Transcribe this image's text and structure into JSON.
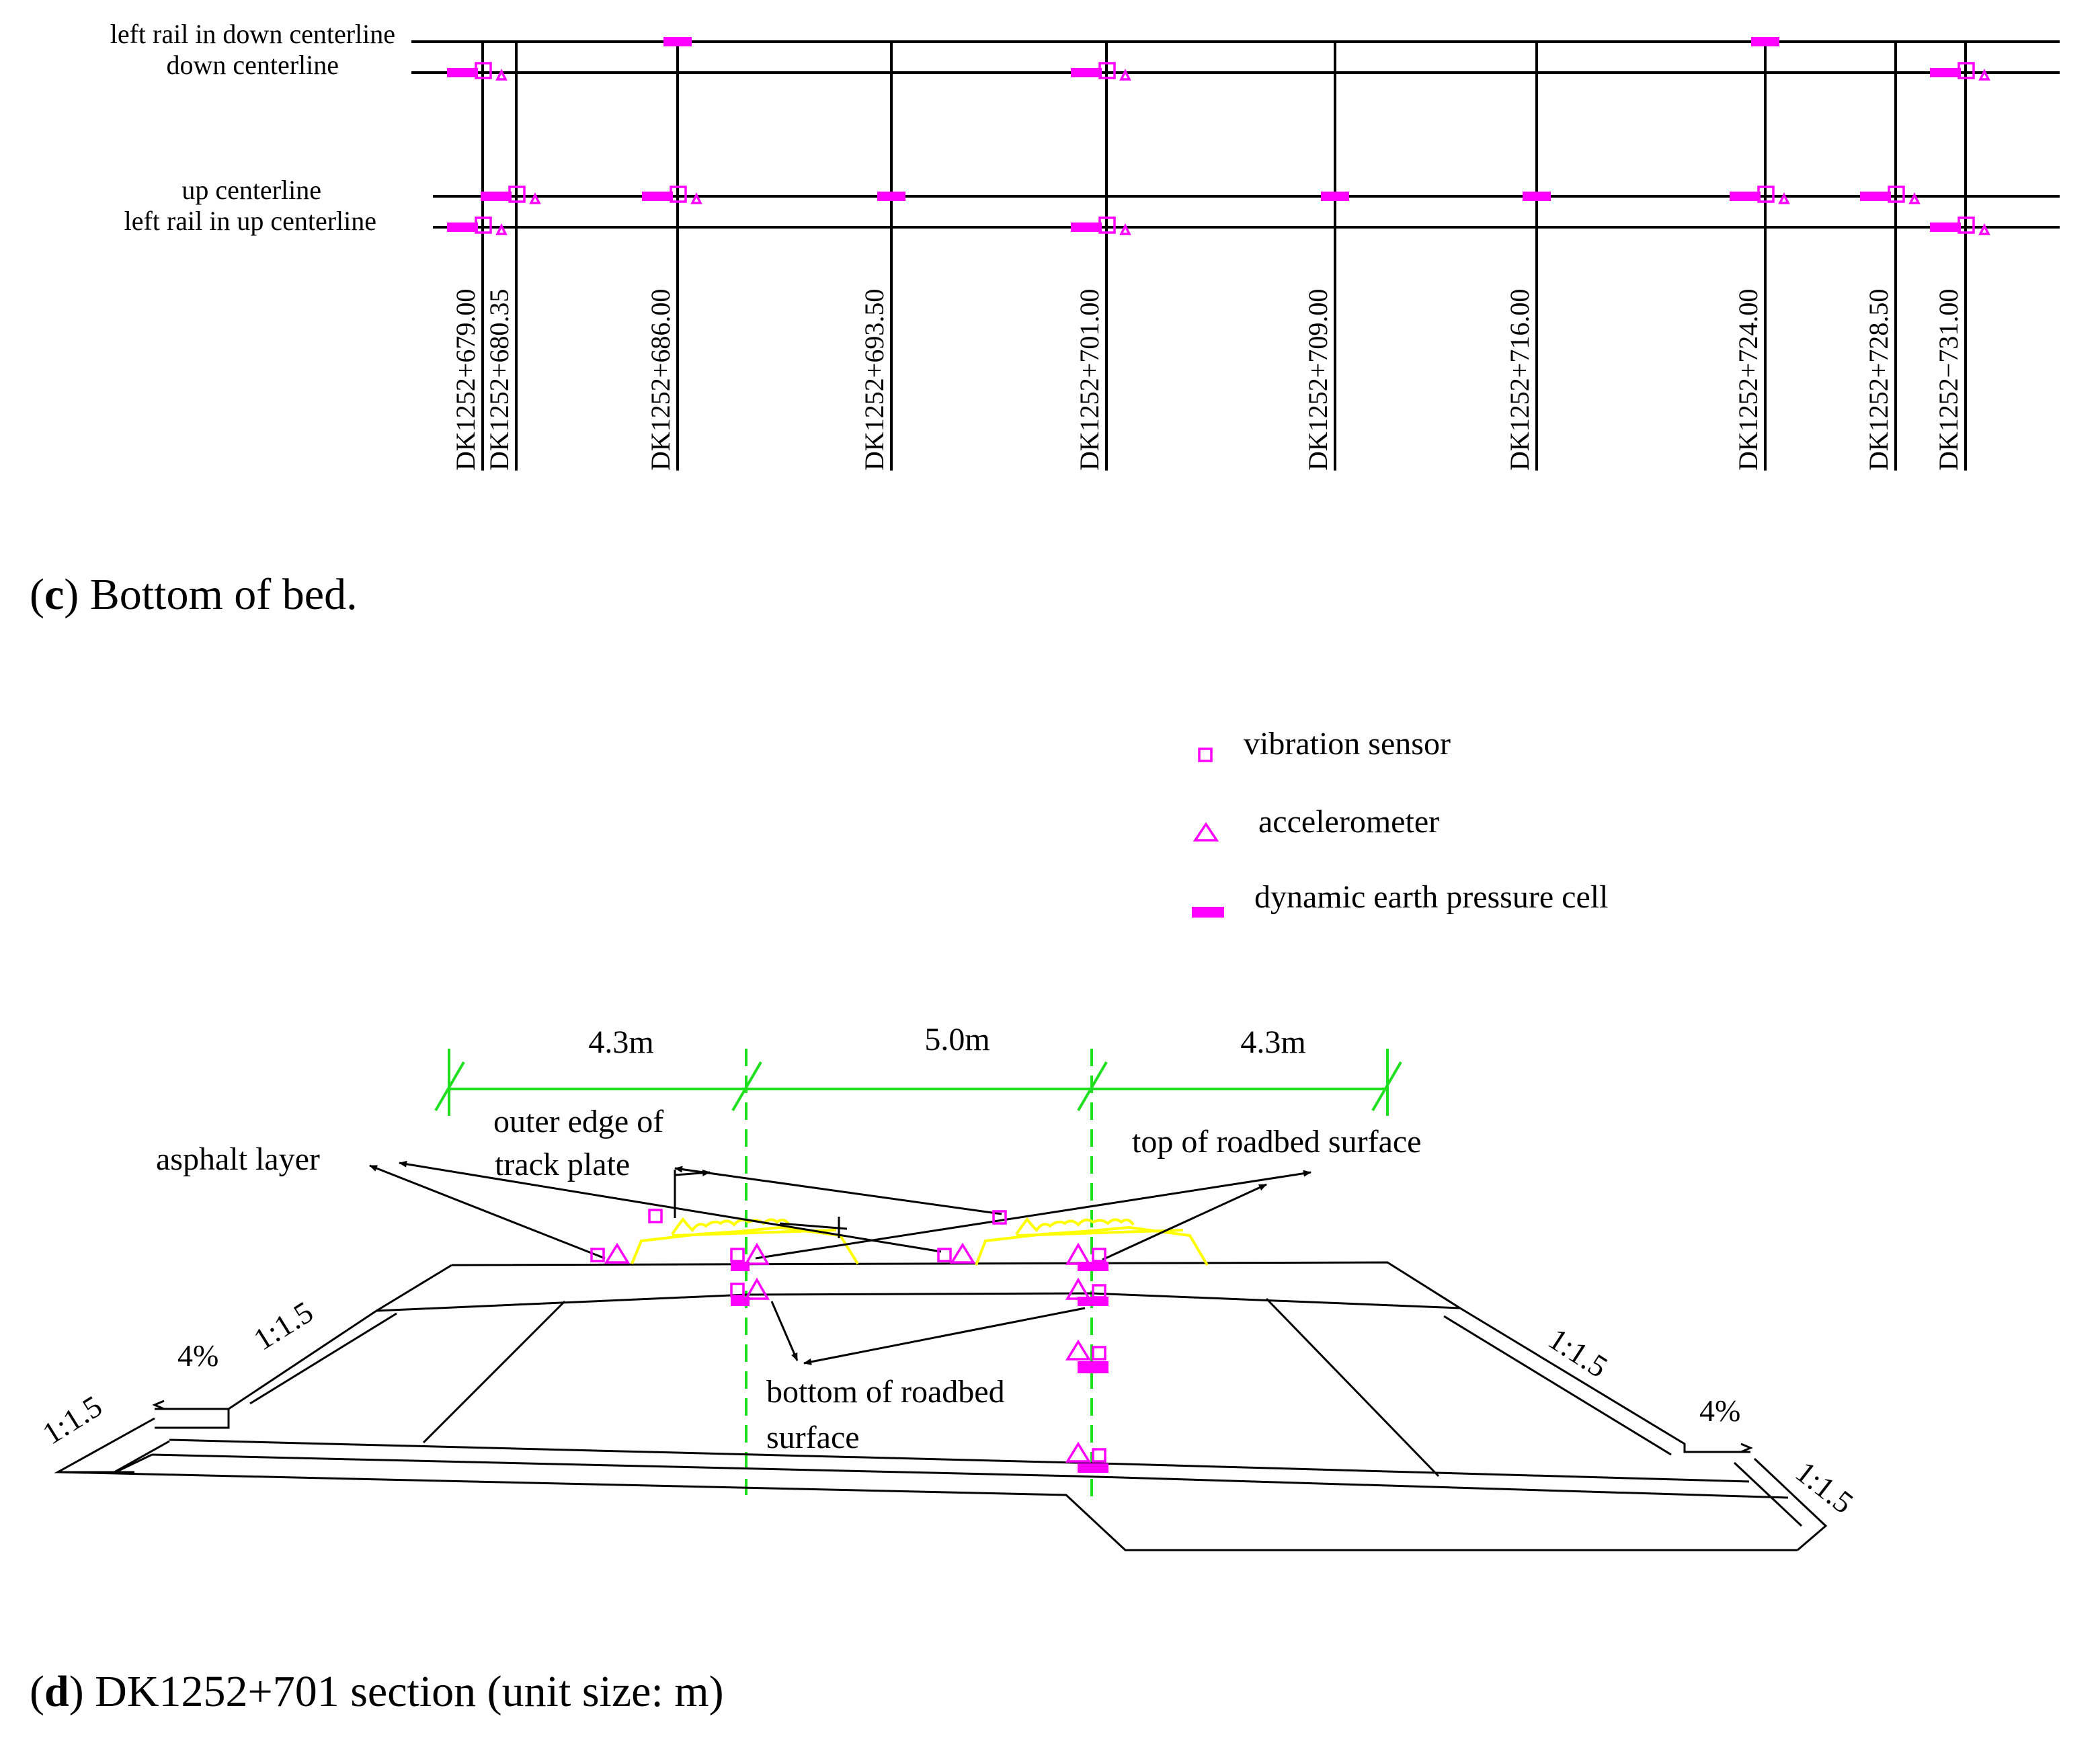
{
  "panel_c": {
    "caption_letter": "c",
    "caption_text": ") Bottom of bed.",
    "line_labels": {
      "left_rail_down": "left rail in down centerline",
      "down": "down centerline",
      "up": "up centerline",
      "left_rail_up": "left rail in up centerline"
    },
    "stations": [
      "DK1252+679.00",
      "DK1252+680.35",
      "DK1252+686.00",
      "DK1252+693.50",
      "DK1252+701.00",
      "DK1252+709.00",
      "DK1252+716.00",
      "DK1252+724.00",
      "DK1252+728.50",
      "DK1252−731.00"
    ]
  },
  "panel_d": {
    "caption_letter": "d",
    "caption_text": ") DK1252+701 section (unit size: m)",
    "legend": {
      "vibration": "vibration sensor",
      "accel": "accelerometer",
      "pressure": "dynamic earth pressure cell"
    },
    "dims": {
      "left": "4.3m",
      "middle": "5.0m",
      "right": "4.3m"
    },
    "labels": {
      "asphalt": "asphalt layer",
      "outer_edge_1": "outer edge of",
      "outer_edge_2": "track plate",
      "top_roadbed": "top of roadbed surface",
      "bottom_roadbed_1": "bottom of roadbed",
      "bottom_roadbed_2": "surface",
      "slope_l1": "1:1.5",
      "slope_l2": "1:1.5",
      "slope_r1": "1:1.5",
      "slope_r2": "1:1.5",
      "grade_l": "4%",
      "grade_r": "4%"
    },
    "colors": {
      "sensor": "#ff00ff",
      "dimension": "#1fe01f",
      "track": "#ffff00"
    }
  }
}
